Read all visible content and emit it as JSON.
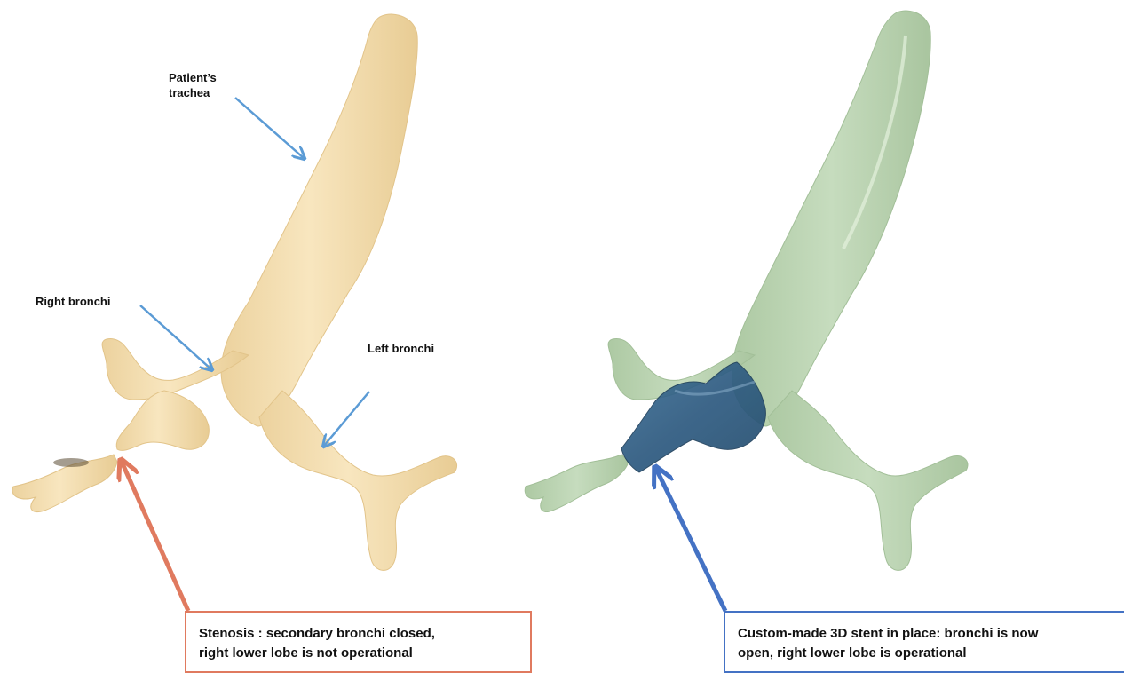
{
  "labels": {
    "trachea_line1": "Patient’s",
    "trachea_line2": "trachea",
    "right_bronchi": "Right bronchi",
    "left_bronchi": "Left bronchi"
  },
  "callouts": {
    "stenosis": {
      "line1": "Stenosis : secondary bronchi closed,",
      "line2": "right lower lobe is not operational",
      "border_color": "#e07a5f"
    },
    "stent": {
      "line1": "Custom-made 3D stent in place: bronchi is now",
      "line2": "open, right lower lobe is operational",
      "border_color": "#4472c4"
    }
  },
  "colors": {
    "trachea_before": "#f5dfb0",
    "trachea_after": "#b9d3b0",
    "stent": "#2f5f86",
    "arrow_label": "#5b9bd5",
    "arrow_stenosis": "#e07a5f",
    "arrow_stent": "#4472c4"
  }
}
